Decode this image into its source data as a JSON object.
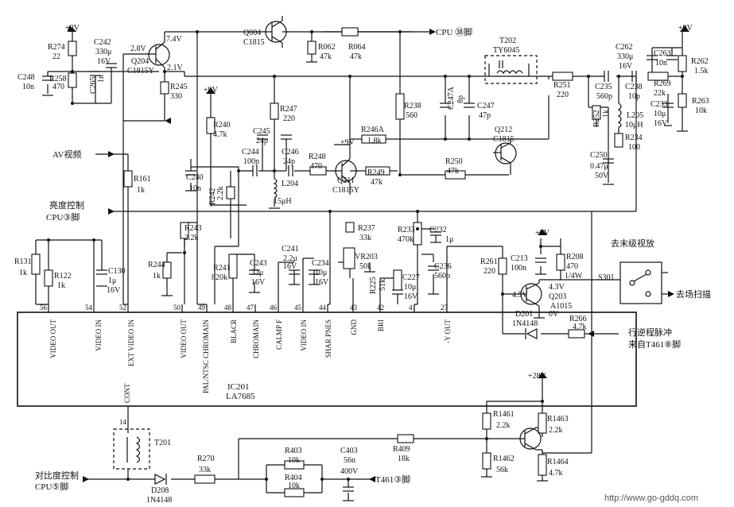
{
  "rails": {
    "plus9v": "+9V",
    "plus28v": "+28V"
  },
  "ic": {
    "ref": "IC201",
    "part": "LA7685"
  },
  "ic_pins": [
    {
      "num": "56",
      "name": "VIDEO OUT"
    },
    {
      "num": "54",
      "name": "VIDEO IN"
    },
    {
      "num": "52",
      "name": "EXT VIDEO IN"
    },
    {
      "num": "",
      "name": "CONT"
    },
    {
      "num": "50",
      "name": "VIDEO OUT"
    },
    {
      "num": "49",
      "name": "PAL/NTSC CHROMAIN"
    },
    {
      "num": "48",
      "name": "BLACR"
    },
    {
      "num": "47",
      "name": "CHROMAIN"
    },
    {
      "num": "46",
      "name": "CALMP F"
    },
    {
      "num": "45",
      "name": "VIDEO IN"
    },
    {
      "num": "44",
      "name": "SHAR PNES"
    },
    {
      "num": "43",
      "name": "GND"
    },
    {
      "num": "42",
      "name": "BRI"
    },
    {
      "num": "41",
      "name": ""
    },
    {
      "num": "27",
      "name": "-Y OUT"
    },
    {
      "num": "14",
      "name": ""
    }
  ],
  "signals": {
    "cpu38": "CPU ㊳脚",
    "av_video": "AV视频",
    "brightness": "亮度控制",
    "cpu3": "CPU③脚",
    "contrast": "对比度控制",
    "cpu5": "CPU⑤脚",
    "t461_3": "T461③脚",
    "to_next": "去末级视放",
    "to_field": "去场扫描",
    "flyback_1": "行逆程脉冲",
    "flyback_2": "来自T461⑧脚"
  },
  "parts": {
    "R274": [
      "R274",
      "22"
    ],
    "R258": [
      "R258",
      "470"
    ],
    "C248": [
      "C248",
      "10n"
    ],
    "C242": [
      "C242",
      "330μ",
      "16V"
    ],
    "C265": [
      "C265",
      "1n"
    ],
    "Q204": [
      "Q204",
      "C1815Y"
    ],
    "R245": [
      "R245",
      "330"
    ],
    "Q004": [
      "Q004",
      "C1815"
    ],
    "R062": [
      "R062",
      "47k"
    ],
    "R064": [
      "R064",
      "47k"
    ],
    "T202": [
      "T202",
      "TY6045"
    ],
    "R251": [
      "R251",
      "220"
    ],
    "C262": [
      "C262",
      "330μ",
      "16V"
    ],
    "C263": [
      "C263",
      "10n"
    ],
    "R262": [
      "R262",
      "1.5k"
    ],
    "C235": [
      "C235",
      "560p"
    ],
    "C238": [
      "C238",
      "10p"
    ],
    "R269": [
      "R269",
      "22k"
    ],
    "C233": [
      "C233",
      "10μ",
      "16V"
    ],
    "R263": [
      "R263",
      "10k"
    ],
    "R252": [
      "R252",
      "1k"
    ],
    "L205": [
      "L205",
      "10μH"
    ],
    "R234": [
      "R234",
      "100"
    ],
    "C250": [
      "C250",
      "0.47μ",
      "50V"
    ],
    "R240": [
      "R240",
      "4.7k"
    ],
    "C240": [
      "C240",
      "10n"
    ],
    "R247": [
      "R247",
      "220"
    ],
    "C245": [
      "C245",
      "24p"
    ],
    "C244": [
      "C244",
      "100p"
    ],
    "C246": [
      "C246",
      "24p"
    ],
    "R248": [
      "R248",
      "470"
    ],
    "L204": [
      "L204",
      "15μH"
    ],
    "R242": [
      "R242",
      "2.2k"
    ],
    "Q211": [
      "Q211",
      "C1815Y"
    ],
    "R246A": [
      "R246A",
      "1.8k"
    ],
    "R249": [
      "R249",
      "47k"
    ],
    "R238": [
      "R238",
      "560"
    ],
    "C247A": [
      "C247A",
      "8p"
    ],
    "C247": [
      "C247",
      "47p"
    ],
    "Q212": [
      "Q212",
      "C1815"
    ],
    "R250": [
      "R250",
      "47k"
    ],
    "R161": [
      "R161",
      "1k"
    ],
    "R243": [
      "R243",
      "2.2k"
    ],
    "R244": [
      "R244",
      "1k"
    ],
    "R131": [
      "R131",
      "1k"
    ],
    "R122": [
      "R122",
      "1k"
    ],
    "C130": [
      "C130",
      "1μ",
      "16V"
    ],
    "R241": [
      "R241",
      "820k"
    ],
    "C243": [
      "C243",
      "33μ",
      "16V"
    ],
    "C241": [
      "C241",
      "2.2μ",
      "16V"
    ],
    "C234": [
      "C234",
      "10μ",
      "16V"
    ],
    "R237": [
      "R237",
      "33k"
    ],
    "VR203": [
      "VR203",
      "50k"
    ],
    "R225": [
      "R225",
      "51k"
    ],
    "C227": [
      "C227",
      "10μ",
      "16V"
    ],
    "R233": [
      "R233",
      "470k"
    ],
    "C232": [
      "C232",
      "1μ"
    ],
    "C236": [
      "C236",
      "560p"
    ],
    "R261": [
      "R261",
      "220"
    ],
    "C213": [
      "C213",
      "100n"
    ],
    "R208": [
      "R208",
      "470",
      "1/4W"
    ],
    "Q203": [
      "Q203",
      "A1015"
    ],
    "D201": [
      "D201",
      "1N4148"
    ],
    "R266": [
      "R266",
      "4.7k"
    ],
    "S301": [
      "S301"
    ],
    "R1461": [
      "R1461",
      "2.2k"
    ],
    "R1463": [
      "R1463",
      "2.2k"
    ],
    "R1462": [
      "R1462",
      "56k"
    ],
    "R1464": [
      "R1464",
      "4.7k"
    ],
    "T201": [
      "T201"
    ],
    "R270": [
      "R270",
      "33k"
    ],
    "D208": [
      "D208",
      "1N4148"
    ],
    "R403": [
      "R403",
      "10k"
    ],
    "R404": [
      "R404",
      "10k"
    ],
    "C403": [
      "C403",
      "56n",
      "400V"
    ],
    "R409": [
      "R409",
      "18k"
    ]
  },
  "voltages": {
    "q204_b": "2.8V",
    "q204_c": "7.4V",
    "q204_e": "2.1V",
    "q203_b": "4.5V",
    "q203_e": "4.3V",
    "q203_c": "0V"
  },
  "watermark": "http://www.go-gddq.com"
}
